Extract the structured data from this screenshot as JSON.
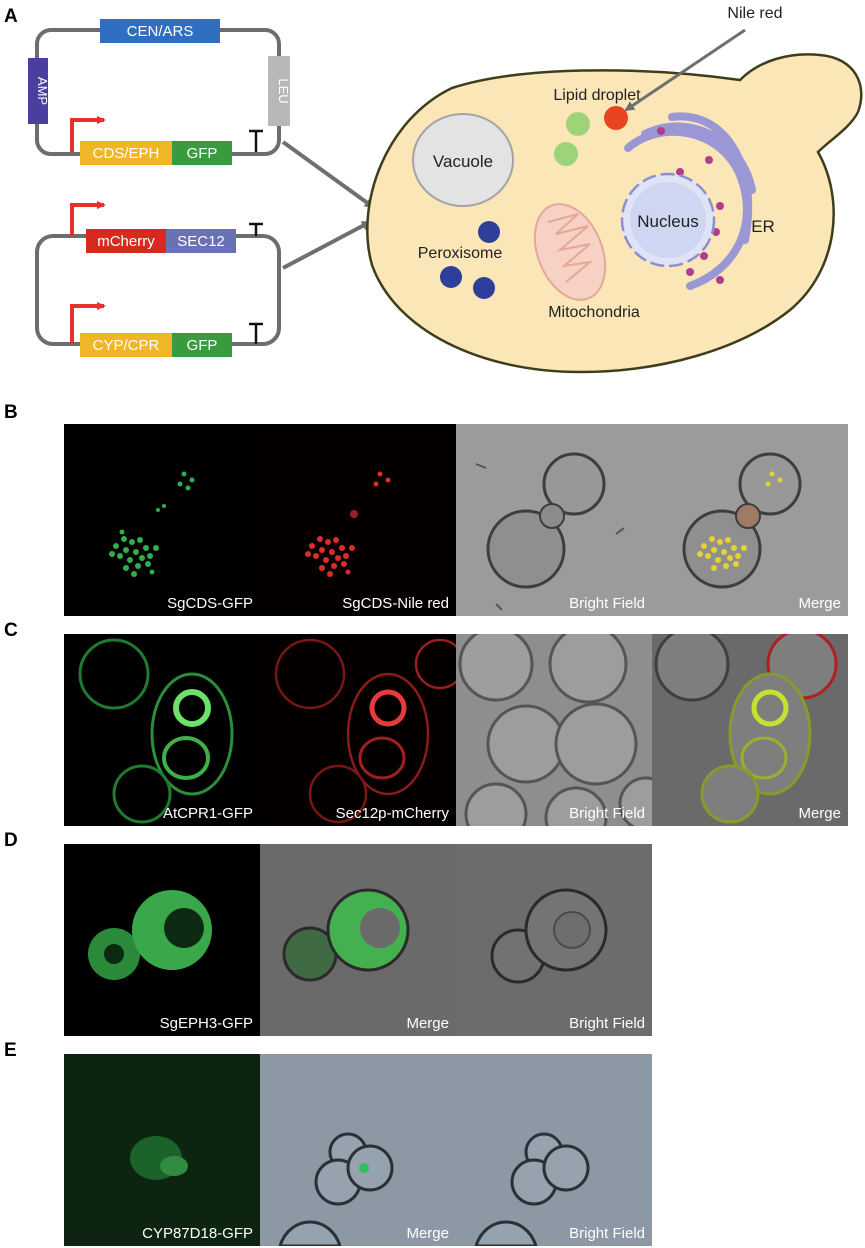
{
  "panels": {
    "a": {
      "letter": "A"
    },
    "b": {
      "letter": "B",
      "labels": [
        "SgCDS-GFP",
        "SgCDS-Nile red",
        "Bright Field",
        "Merge"
      ]
    },
    "c": {
      "letter": "C",
      "labels": [
        "AtCPR1-GFP",
        "Sec12p-mCherry",
        "Bright Field",
        "Merge"
      ]
    },
    "d": {
      "letter": "D",
      "labels": [
        "SgEPH3-GFP",
        "Merge",
        "Bright Field"
      ]
    },
    "e": {
      "letter": "E",
      "labels": [
        "CYP87D18-GFP",
        "Merge",
        "Bright Field"
      ]
    }
  },
  "plasmid1": {
    "cen_ars": "CEN/ARS",
    "amp": "AMP",
    "leu": "LEU",
    "cds_eph": "CDS/EPH",
    "gfp": "GFP"
  },
  "plasmid2": {
    "mcherry": "mCherry",
    "sec12": "SEC12",
    "cyp_cpr": "CYP/CPR",
    "gfp": "GFP"
  },
  "cell": {
    "nile_red": "Nile red",
    "lipid_droplet": "Lipid droplet",
    "vacuole": "Vacuole",
    "nucleus": "Nucleus",
    "er": "ER",
    "peroxisome": "Peroxisome",
    "mitochondria": "Mitochondria"
  },
  "colors": {
    "cen_ars": "#2f6fc0",
    "amp": "#4b3f9e",
    "leu": "#b8b8b8",
    "cds": "#f1b625",
    "gfp": "#3a9a3f",
    "mcherry": "#d62a20",
    "sec12": "#6a72b6",
    "promoter": "#e8312f",
    "cytoplasm": "#fbe6b8",
    "er": "#9a97d4",
    "peroxisome": "#2e3e9a",
    "lipid": "#9fd37a",
    "nile_red_dot": "#e8441f"
  }
}
